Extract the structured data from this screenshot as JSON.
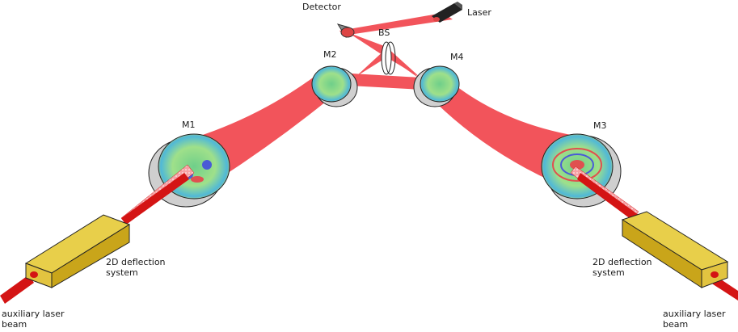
{
  "labels": {
    "detector": "Detector",
    "laser": "Laser",
    "bs": "BS",
    "m1": "M1",
    "m2": "M2",
    "m3": "M3",
    "m4": "M4",
    "deflection_left_1": "2D deflection",
    "deflection_left_2": "system",
    "deflection_right_1": "2D deflection",
    "deflection_right_2": "system",
    "aux_left_1": "auxiliary  laser",
    "aux_left_2": "beam",
    "aux_right_1": "auxiliary  laser",
    "aux_right_2": "beam"
  },
  "colors": {
    "main_beam": "#f2545b",
    "aux_beam": "#d41414",
    "deflector_box": "#d8b521",
    "mirror_back": "#d0d0d0",
    "mirror_ring": "#4fb0d6"
  }
}
